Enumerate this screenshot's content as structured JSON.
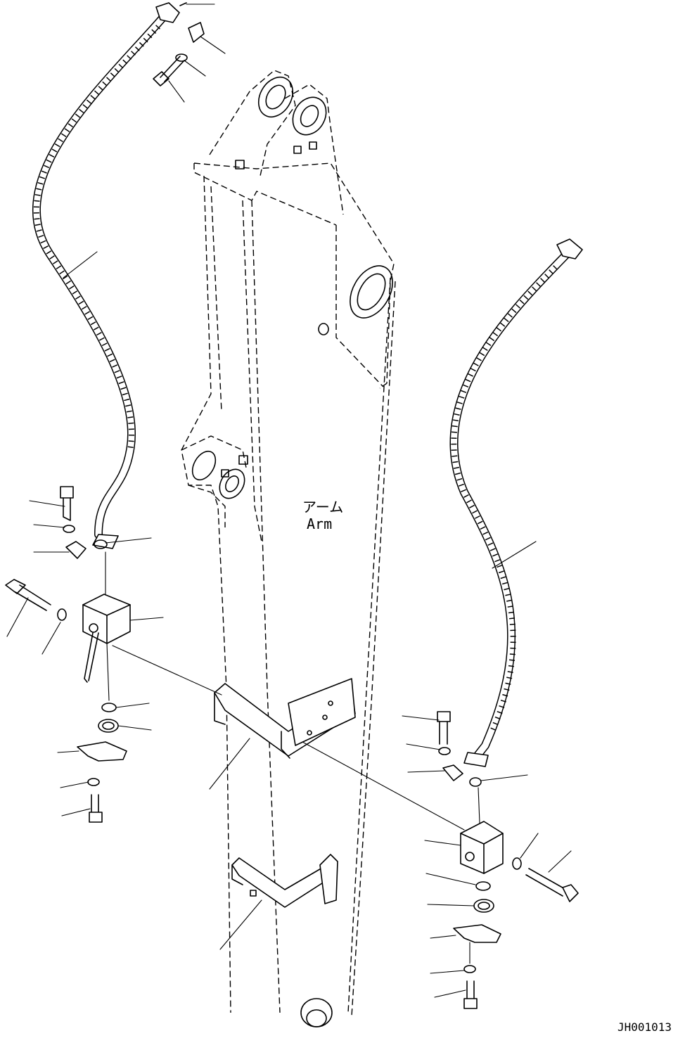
{
  "diagram": {
    "arm_label_jp": "アーム",
    "arm_label_en": "Arm",
    "drawing_id": "JH001013"
  }
}
